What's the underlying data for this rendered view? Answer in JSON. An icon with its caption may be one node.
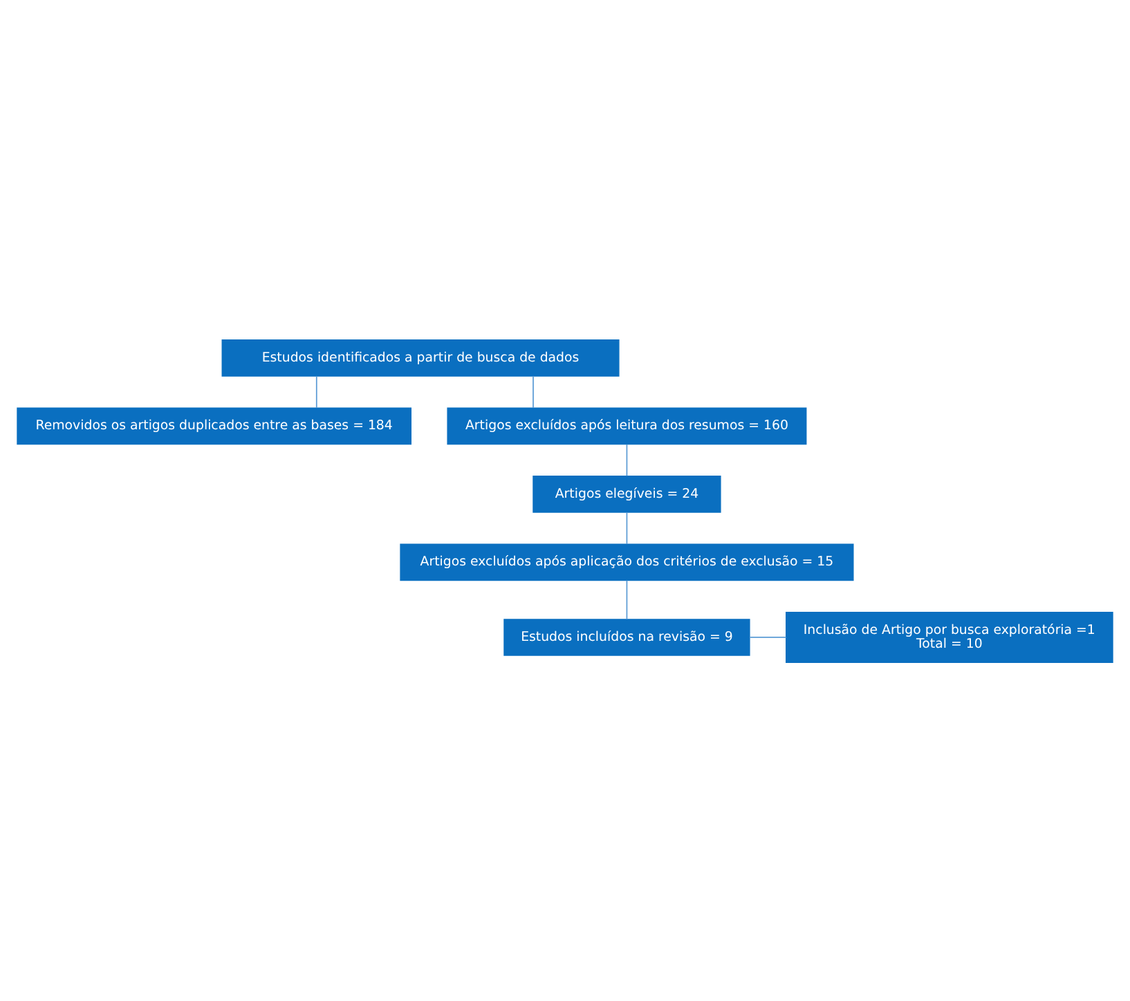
{
  "diagram": {
    "nodes": [
      {
        "text": [
          "Estudos identificados a partir de busca de dados"
        ]
      },
      {
        "text": [
          "Removidos os artigos duplicados entre as bases = 184"
        ]
      },
      {
        "text": [
          "Artigos excluídos após leitura dos resumos = 160"
        ]
      },
      {
        "text": [
          "Artigos elegíveis = 24"
        ]
      },
      {
        "text": [
          "Artigos excluídos após aplicação dos critérios de exclusão = 15"
        ]
      },
      {
        "text": [
          "Estudos incluídos na revisão = 9"
        ]
      },
      {
        "text": [
          "Inclusão de Artigo por busca exploratória =1",
          "Total = 10"
        ]
      }
    ],
    "edges": [
      {
        "from": 0,
        "to": 1,
        "arrow": "none"
      },
      {
        "from": 0,
        "to": 2,
        "arrow": "none"
      },
      {
        "from": 2,
        "to": 3,
        "arrow": "none"
      },
      {
        "from": 3,
        "to": 4,
        "arrow": "none"
      },
      {
        "from": 4,
        "to": 5,
        "arrow": "none"
      },
      {
        "from": 5,
        "to": 6,
        "arrow": "none"
      }
    ]
  }
}
